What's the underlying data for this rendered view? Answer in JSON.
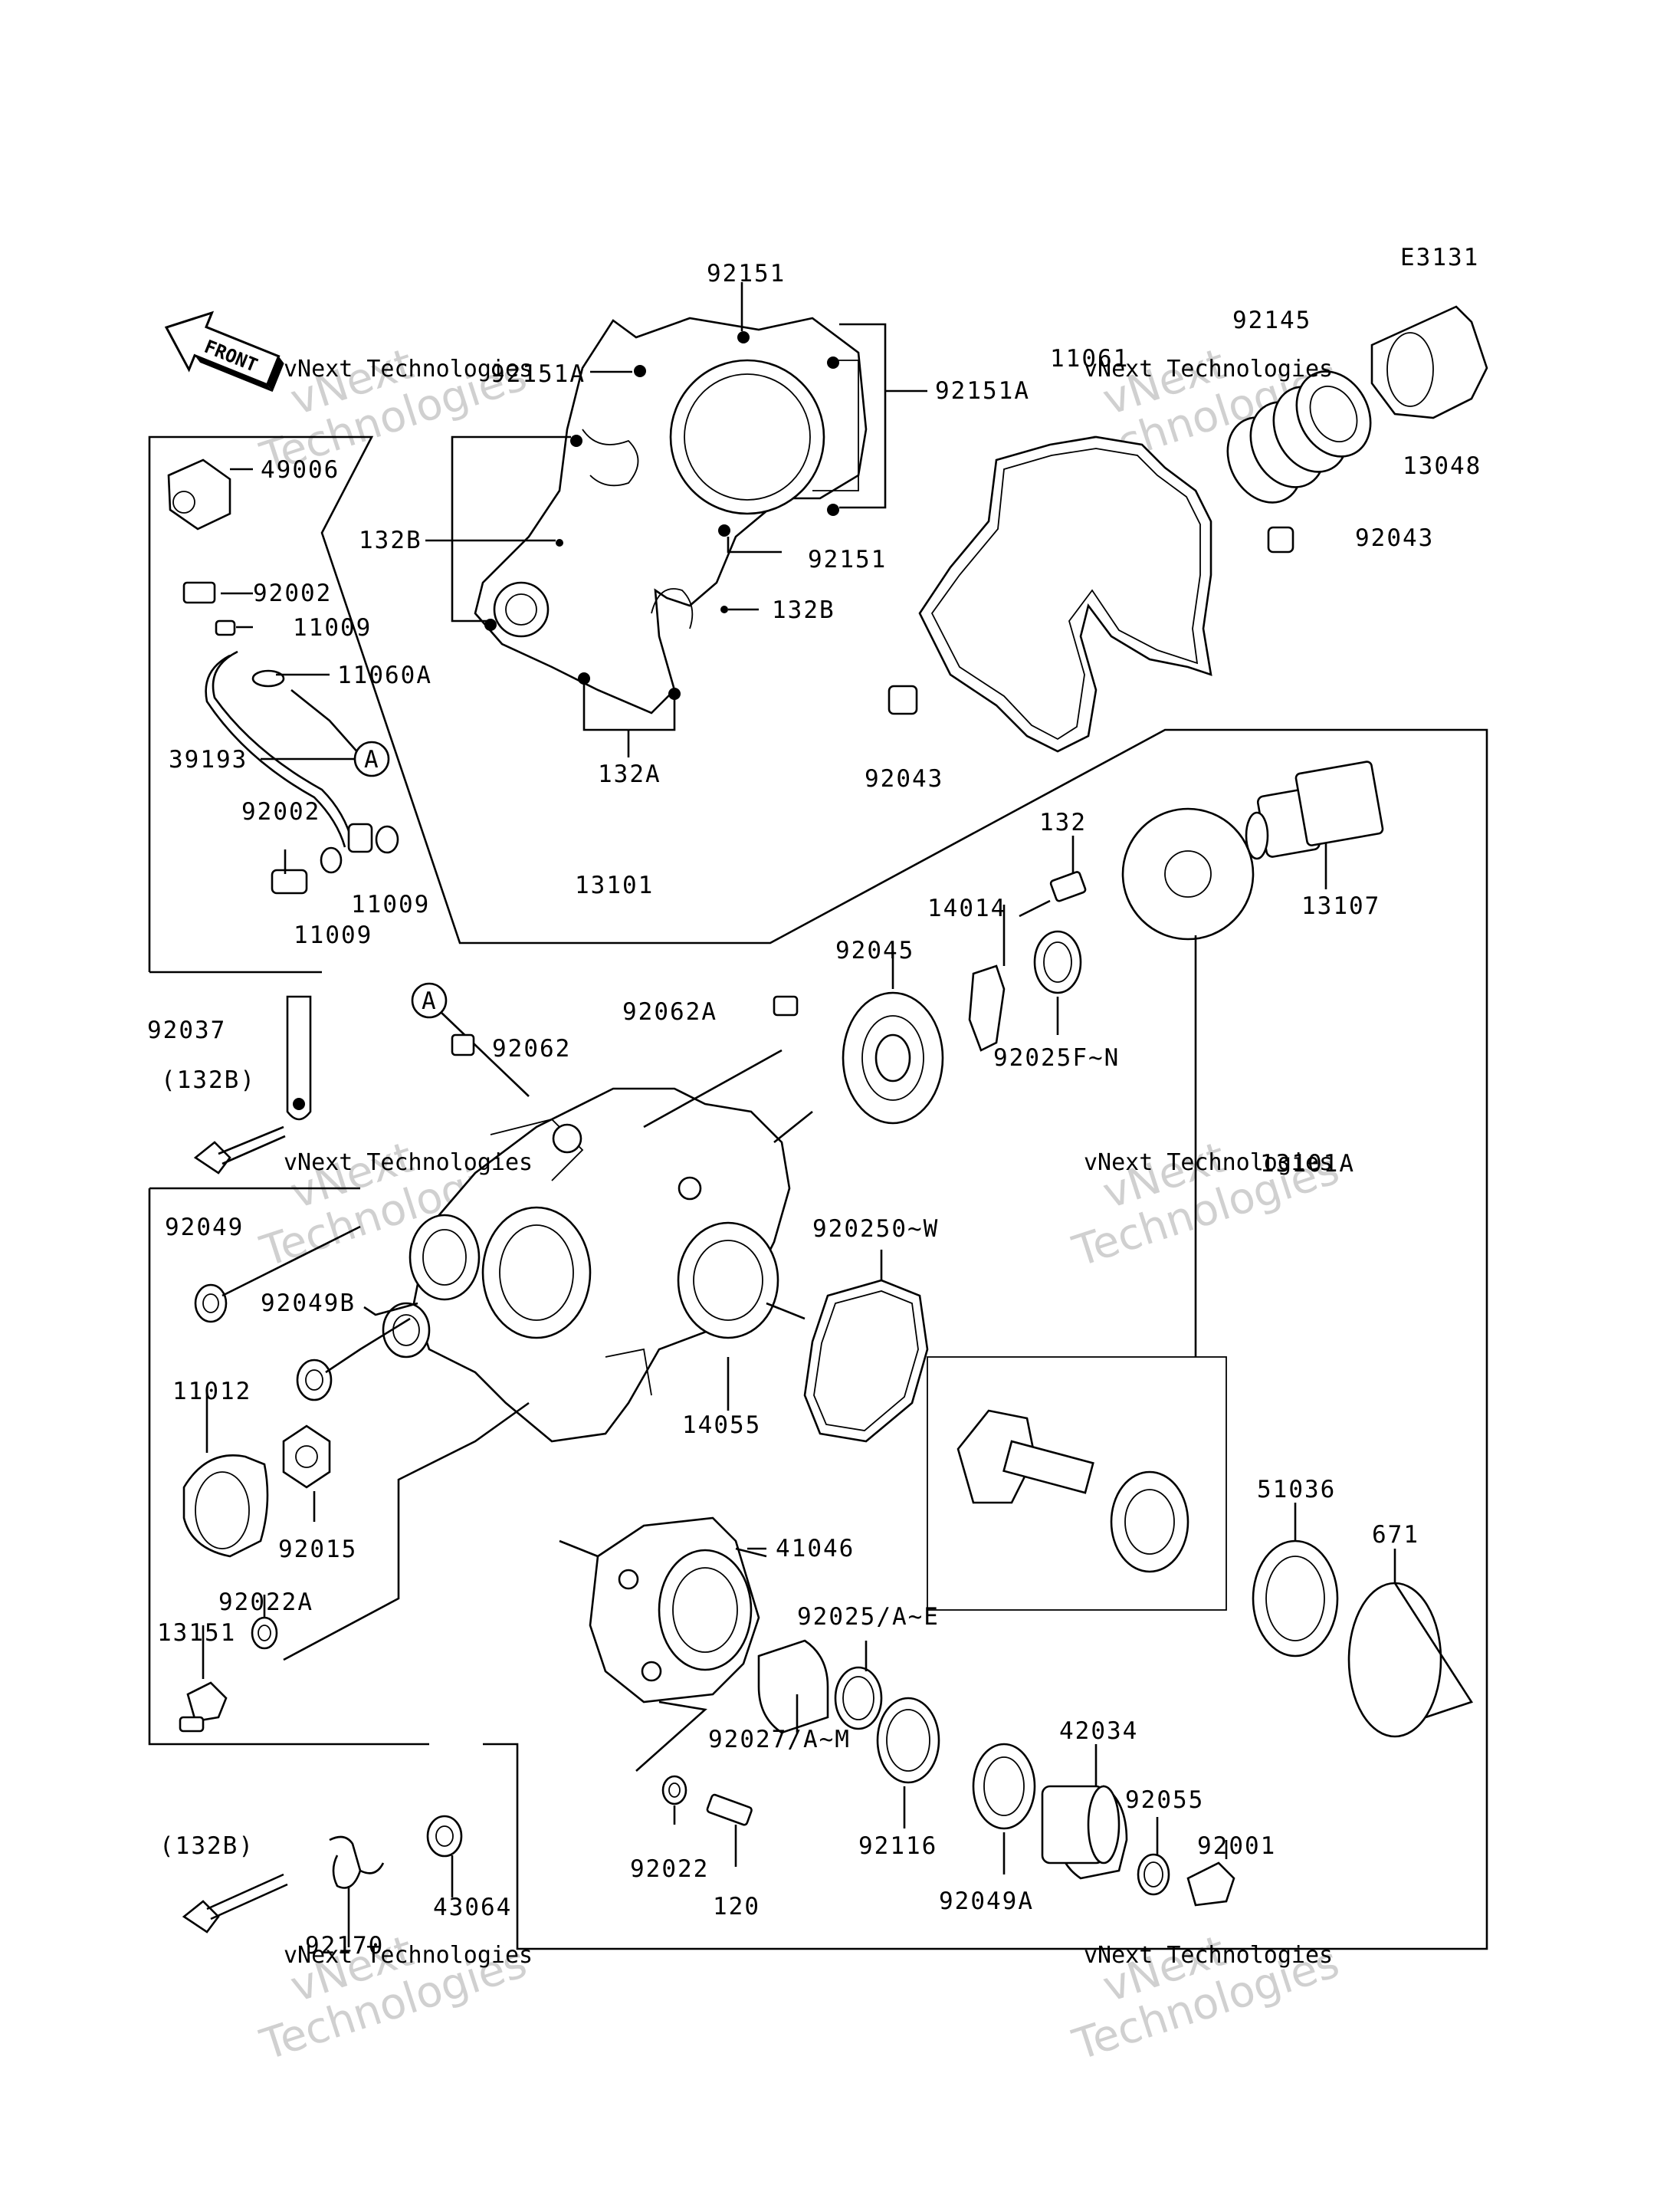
{
  "diagram_code": "E3131",
  "front_label": "FRONT",
  "watermark": {
    "line1": "vNext",
    "line2": "Technologies",
    "caption": "vNext Technologies"
  },
  "callout_marker": "A",
  "parts": {
    "p92151_top": "92151",
    "p92151A_left": "92151A",
    "p92151A_right": "92151A",
    "p92151_mid": "92151",
    "p132B_left": "132B",
    "p132B_right": "132B",
    "p132A": "132A",
    "p11061": "11061",
    "p92145": "92145",
    "p13048": "13048",
    "p92043_right": "92043",
    "p92043_left": "92043",
    "p49006": "49006",
    "p92002_top": "92002",
    "p11009_top": "11009",
    "p11060A": "11060A",
    "p39193": "39193",
    "p92002_low": "92002",
    "p11009_r": "11009",
    "p11009_l": "11009",
    "p13101": "13101",
    "p132": "132",
    "p14014": "14014",
    "p13107": "13107",
    "p92045": "92045",
    "p92062A": "92062A",
    "p92062": "92062",
    "p92025FN": "92025F~N",
    "p92037": "92037",
    "p132B_paren_top": "(132B)",
    "p13101A": "13101A",
    "p92049": "92049",
    "p920250W": "920250~W",
    "p92049B": "92049B",
    "p11012": "11012",
    "p14055": "14055",
    "p92015": "92015",
    "p51036": "51036",
    "p671": "671",
    "p41046": "41046",
    "p92022A": "92022A",
    "p13151": "13151",
    "p92025AE": "92025/A~E",
    "p92027AM": "92027/A~M",
    "p42034": "42034",
    "p92055": "92055",
    "p92001": "92001",
    "p132B_paren_low": "(132B)",
    "p92022": "92022",
    "p120": "120",
    "p92116": "92116",
    "p92049A": "92049A",
    "p43064": "43064",
    "p92170": "92170"
  }
}
